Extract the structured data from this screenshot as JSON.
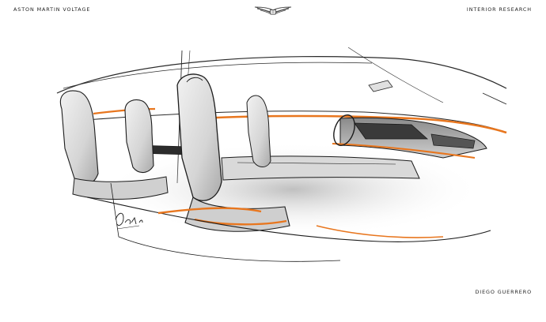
{
  "header": {
    "left_title": "ASTON MARTIN VOLTAGE",
    "right_title": "INTERIOR RESEARCH",
    "logo_icon": "winged-logo-icon"
  },
  "footer": {
    "designer": "DIEGO GUERRERO"
  },
  "artwork": {
    "subject": "car interior sketch",
    "signature": "Diego 21",
    "palette": {
      "ink": "#1c1c1c",
      "grey_shade": "#c9c9c9",
      "accent_orange": "#e8761e"
    }
  }
}
